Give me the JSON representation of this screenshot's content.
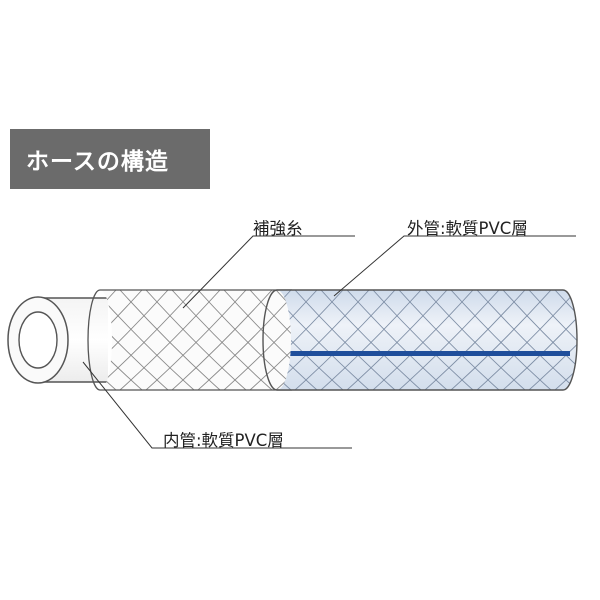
{
  "title": "ホースの構造",
  "labels": {
    "reinforcement": "補強糸",
    "outer": "外管:軟質PVC層",
    "inner": "内管:軟質PVC層"
  },
  "colors": {
    "banner": "#6b6b6b",
    "outer_layer": "#dde6f2",
    "stripe": "#1f4e9b",
    "outline": "#555555"
  }
}
